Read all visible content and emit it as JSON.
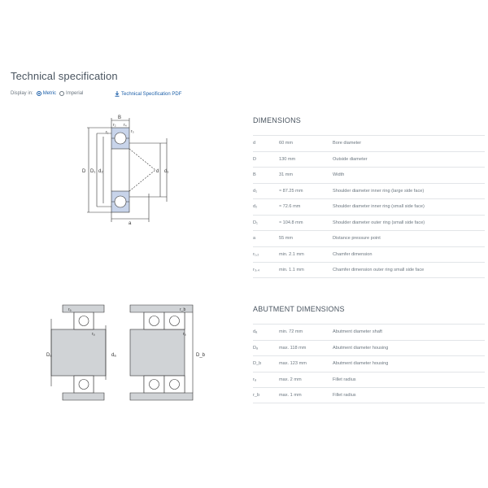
{
  "header": {
    "title": "Technical specification",
    "display_in_label": "Display in:",
    "unit_options": [
      {
        "label": "Metric",
        "selected": true
      },
      {
        "label": "Imperial",
        "selected": false
      }
    ],
    "pdf_link": "Technical Specification PDF"
  },
  "dimensions": {
    "title": "DIMENSIONS",
    "rows": [
      {
        "sym": "d",
        "val": "60 mm",
        "desc": "Bore diameter"
      },
      {
        "sym": "D",
        "val": "130 mm",
        "desc": "Outside diameter"
      },
      {
        "sym": "B",
        "val": "31 mm",
        "desc": "Width"
      },
      {
        "sym": "d₁",
        "val": "≈ 87.25 mm",
        "desc": "Shoulder diameter inner ring (large side face)"
      },
      {
        "sym": "d₂",
        "val": "≈ 72.6 mm",
        "desc": "Shoulder diameter inner ring (small side face)"
      },
      {
        "sym": "D₁",
        "val": "≈ 104.8 mm",
        "desc": "Shoulder diameter outer ring (small side face)"
      },
      {
        "sym": "a",
        "val": "55 mm",
        "desc": "Distance pressure point"
      },
      {
        "sym": "r₁,₂",
        "val": "min. 2.1 mm",
        "desc": "Chamfer dimension"
      },
      {
        "sym": "r₃,₄",
        "val": "min. 1.1 mm",
        "desc": "Chamfer dimension outer ring small side face"
      }
    ]
  },
  "abutment": {
    "title": "ABUTMENT DIMENSIONS",
    "rows": [
      {
        "sym": "dₐ",
        "val": "min. 72 mm",
        "desc": "Abutment diameter shaft"
      },
      {
        "sym": "Dₐ",
        "val": "max. 118 mm",
        "desc": "Abutment diameter housing"
      },
      {
        "sym": "D_b",
        "val": "max. 123 mm",
        "desc": "Abutment diameter housing"
      },
      {
        "sym": "rₐ",
        "val": "max. 2 mm",
        "desc": "Fillet radius"
      },
      {
        "sym": "r_b",
        "val": "max. 1 mm",
        "desc": "Fillet radius"
      }
    ]
  },
  "drawing_labels": {
    "B": "B",
    "D": "D",
    "D1": "D₁",
    "d2": "d₂",
    "d": "d",
    "d1": "d₁",
    "a": "a",
    "r1": "r₁",
    "r2": "r₂",
    "r3": "r₃",
    "r4": "r₄",
    "Da": "Dₐ",
    "da": "dₐ",
    "Db": "D_b",
    "ra": "rₐ",
    "rb": "r_b"
  },
  "colors": {
    "accent": "#1c5fa8",
    "ring_fill": "#c8d4ea",
    "housing_fill": "#d0d3d6"
  },
  "icons": {
    "pdf": "download-icon"
  }
}
